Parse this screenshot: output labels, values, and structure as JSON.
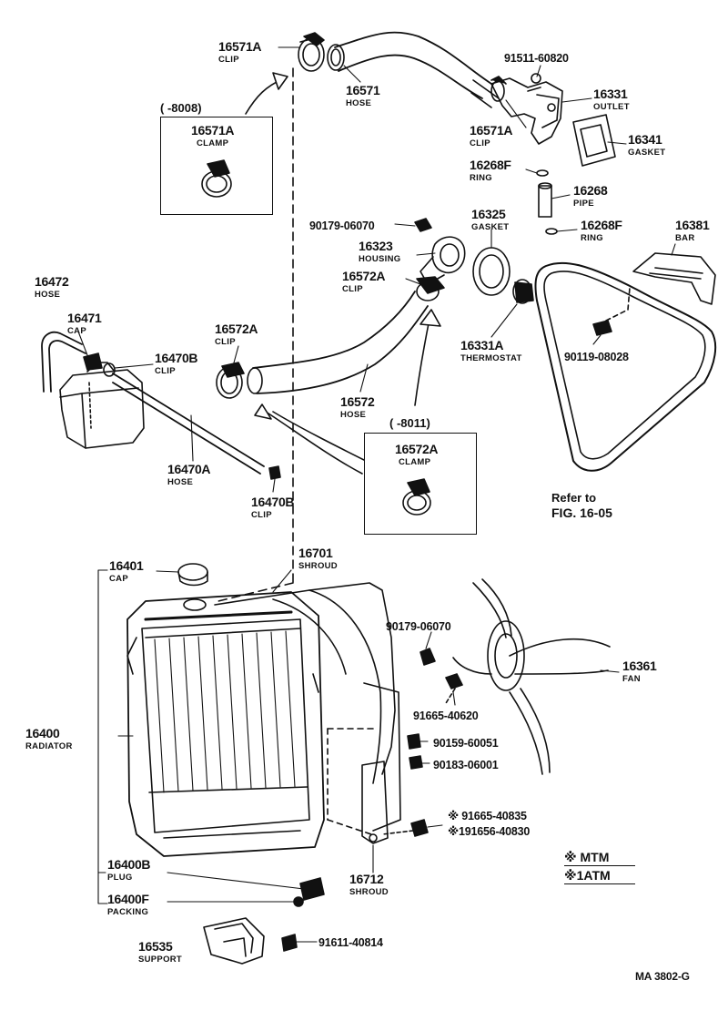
{
  "labels": {
    "p16571A_top": {
      "num": "16571A",
      "name": "CLIP"
    },
    "p16571": {
      "num": "16571",
      "name": "HOSE"
    },
    "p91511": {
      "num": "91511-60820"
    },
    "p16331": {
      "num": "16331",
      "name": "OUTLET"
    },
    "p16571A_mid": {
      "num": "16571A",
      "name": "CLIP"
    },
    "p16341": {
      "num": "16341",
      "name": "GASKET"
    },
    "p16268F_a": {
      "num": "16268F",
      "name": "RING"
    },
    "p16268": {
      "num": "16268",
      "name": "PIPE"
    },
    "p16268F_b": {
      "num": "16268F",
      "name": "RING"
    },
    "p16325": {
      "num": "16325",
      "name": "GASKET"
    },
    "p90179_top": {
      "num": "90179-06070"
    },
    "p16323": {
      "num": "16323",
      "name": "HOUSING"
    },
    "p16381": {
      "num": "16381",
      "name": "BAR"
    },
    "p16572A_top": {
      "num": "16572A",
      "name": "CLIP"
    },
    "p16472": {
      "num": "16472",
      "name": "HOSE"
    },
    "p16471": {
      "num": "16471",
      "name": "CAP"
    },
    "p16470B_a": {
      "num": "16470B",
      "name": "CLIP"
    },
    "p16572A_mid": {
      "num": "16572A",
      "name": "CLIP"
    },
    "p16331A": {
      "num": "16331A",
      "name": "THERMOSTAT"
    },
    "p90119": {
      "num": "90119-08028"
    },
    "p16572": {
      "num": "16572",
      "name": "HOSE"
    },
    "p16470A": {
      "num": "16470A",
      "name": "HOSE"
    },
    "p16470B_b": {
      "num": "16470B",
      "name": "CLIP"
    },
    "p16401": {
      "num": "16401",
      "name": "CAP"
    },
    "p16701": {
      "num": "16701",
      "name": "SHROUD"
    },
    "p90179_mid": {
      "num": "90179-06070"
    },
    "p16361": {
      "num": "16361",
      "name": "FAN"
    },
    "p91665_40620": {
      "num": "91665-40620"
    },
    "p16400": {
      "num": "16400",
      "name": "RADIATOR"
    },
    "p90159": {
      "num": "90159-60051"
    },
    "p90183": {
      "num": "90183-06001"
    },
    "p91665_40835": {
      "num": "※ 91665-40835"
    },
    "p91665_40830": {
      "num": "※191656-40830"
    },
    "p16712": {
      "num": "16712",
      "name": "SHROUD"
    },
    "p16400B": {
      "num": "16400B",
      "name": "PLUG"
    },
    "p16400F": {
      "num": "16400F",
      "name": "PACKING"
    },
    "p16535": {
      "num": "16535",
      "name": "SUPPORT"
    },
    "p91611": {
      "num": "91611-40814"
    }
  },
  "inset_top": {
    "range": "(      -8008)",
    "num": "16571A",
    "name": "CLAMP"
  },
  "inset_mid": {
    "range": "(      -8011)",
    "num": "16572A",
    "name": "CLAMP"
  },
  "refer_note": {
    "line1": "Refer to",
    "line2": "FIG. 16-05"
  },
  "legend": {
    "mtm": "※  MTM",
    "atm": "※1ATM"
  },
  "figure_id": "MA 3802-G"
}
